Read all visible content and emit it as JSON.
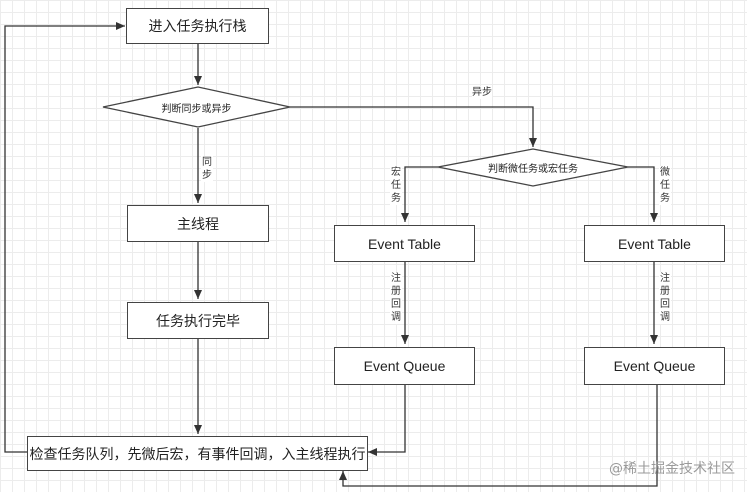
{
  "nodes": {
    "enter_stack": "进入任务执行栈",
    "judge_sync": "判断同步或异步",
    "main_thread": "主线程",
    "task_done": "任务执行完毕",
    "judge_micro_macro": "判断微任务或宏任务",
    "event_table_macro": "Event Table",
    "event_table_micro": "Event Table",
    "event_queue_macro": "Event Queue",
    "event_queue_micro": "Event Queue",
    "check_queue": "检查任务队列，先微后宏，有事件回调，入主线程执行"
  },
  "edges": {
    "async": "异步",
    "sync": "同步",
    "macro": "宏任务",
    "micro": "微任务",
    "register_macro": "注册回调",
    "register_micro": "注册回调"
  },
  "watermark": "@稀土掘金技术社区"
}
